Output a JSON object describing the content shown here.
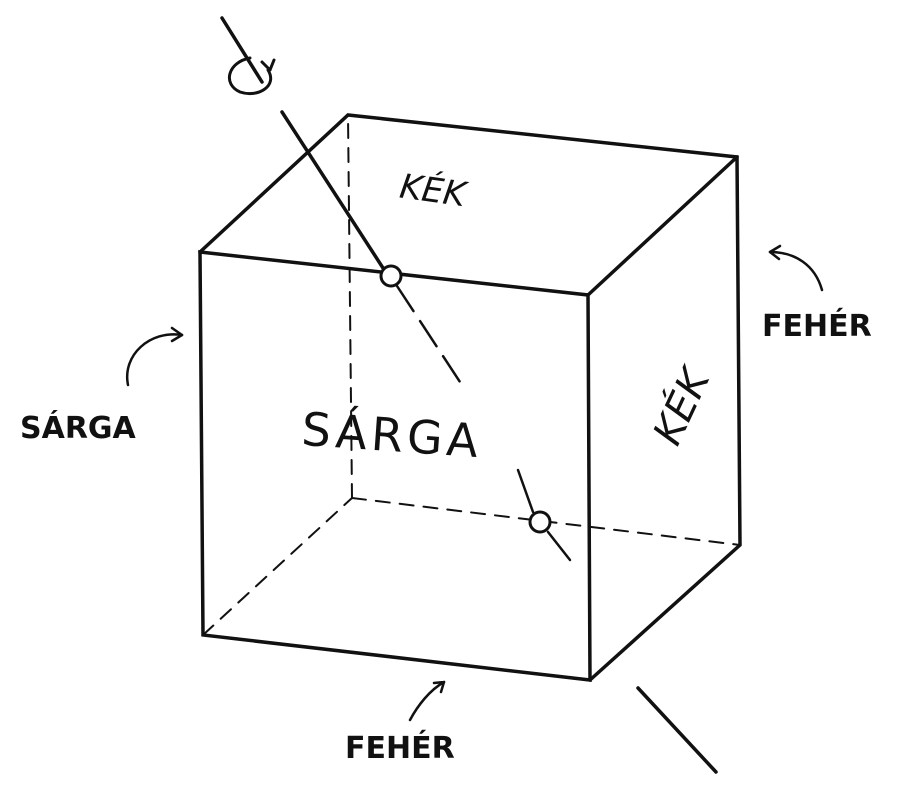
{
  "labels": {
    "top_face": "KÉK",
    "right_face": "KÉK",
    "front_face": "SÁRGA",
    "left_face": "SÁRGA",
    "back_face": "FEHÉR",
    "bottom_face": "FEHÉR"
  },
  "colors": {
    "ink": "#111111",
    "paper": "#ffffff"
  }
}
